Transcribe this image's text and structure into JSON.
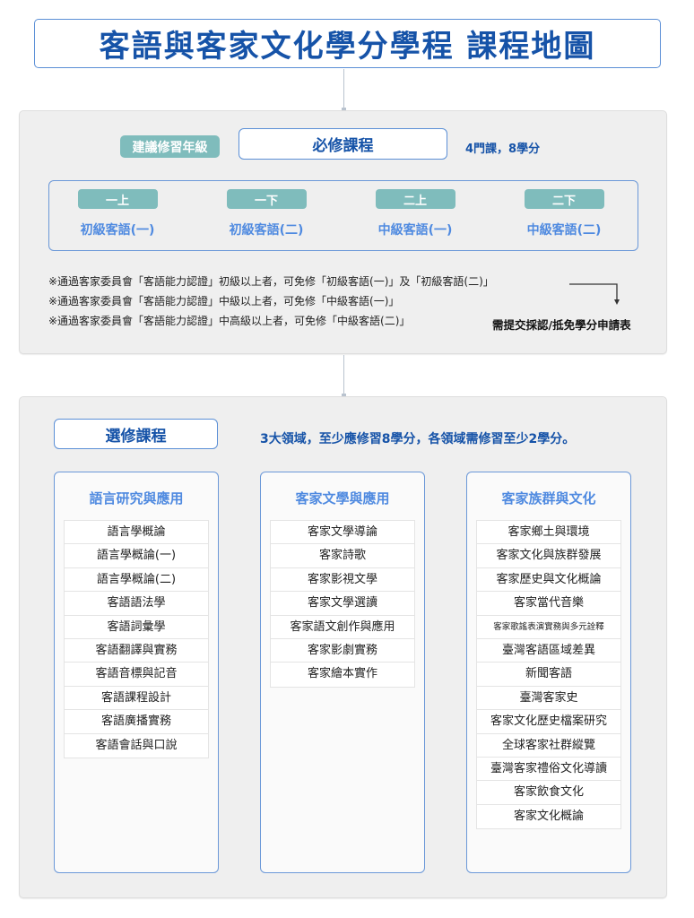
{
  "title": "客語與客家文化學分學程  課程地圖",
  "required": {
    "grade_badge": "建議修習年級",
    "heading": "必修課程",
    "summary": "4門課，8學分",
    "semesters": [
      {
        "tag": "一上",
        "course": "初級客語(一)"
      },
      {
        "tag": "一下",
        "course": "初級客語(二)"
      },
      {
        "tag": "二上",
        "course": "中級客語(一)"
      },
      {
        "tag": "二下",
        "course": "中級客語(二)"
      }
    ],
    "notes": [
      "※通過客家委員會「客語能力認證」初級以上者，可免修「初級客語(一)」及「初級客語(二)」",
      "※通過客家委員會「客語能力認證」中級以上者，可免修「中級客語(一)」",
      "※通過客家委員會「客語能力認證」中高級以上者，可免修「中級客語(二)」"
    ],
    "exempt_label": "需提交採認/抵免學分申請表"
  },
  "elective": {
    "heading": "選修課程",
    "summary": "3大領域，至少應修習8學分，各領域需修習至少2學分。",
    "domains": [
      {
        "title": "語言研究與應用",
        "courses": [
          "語言學概論",
          "語言學概論(一)",
          "語言學概論(二)",
          "客語語法學",
          "客語詞彙學",
          "客語翻譯與實務",
          "客語音標與記音",
          "客語課程設計",
          "客語廣播實務",
          "客語會話與口說"
        ]
      },
      {
        "title": "客家文學與應用",
        "courses": [
          "客家文學導論",
          "客家詩歌",
          "客家影視文學",
          "客家文學選讀",
          "客家語文創作與應用",
          "客家影劇實務",
          "客家繪本實作"
        ]
      },
      {
        "title": "客家族群與文化",
        "courses": [
          "客家鄉土與環境",
          "客家文化與族群發展",
          "客家歷史與文化概論",
          "客家當代音樂",
          "客家歌謠表演實務與多元詮釋",
          "臺灣客語區域差異",
          "新聞客語",
          "臺灣客家史",
          "客家文化歷史檔案研究",
          "全球客家社群縱覽",
          "臺灣客家禮俗文化導讀",
          "客家飲食文化",
          "客家文化概論"
        ]
      }
    ]
  },
  "colors": {
    "title_blue": "#1653a8",
    "accent_blue": "#4f8ae0",
    "border_blue": "#5b8fd6",
    "teal_badge": "#7fbcbc",
    "panel_bg": "#efefef"
  }
}
